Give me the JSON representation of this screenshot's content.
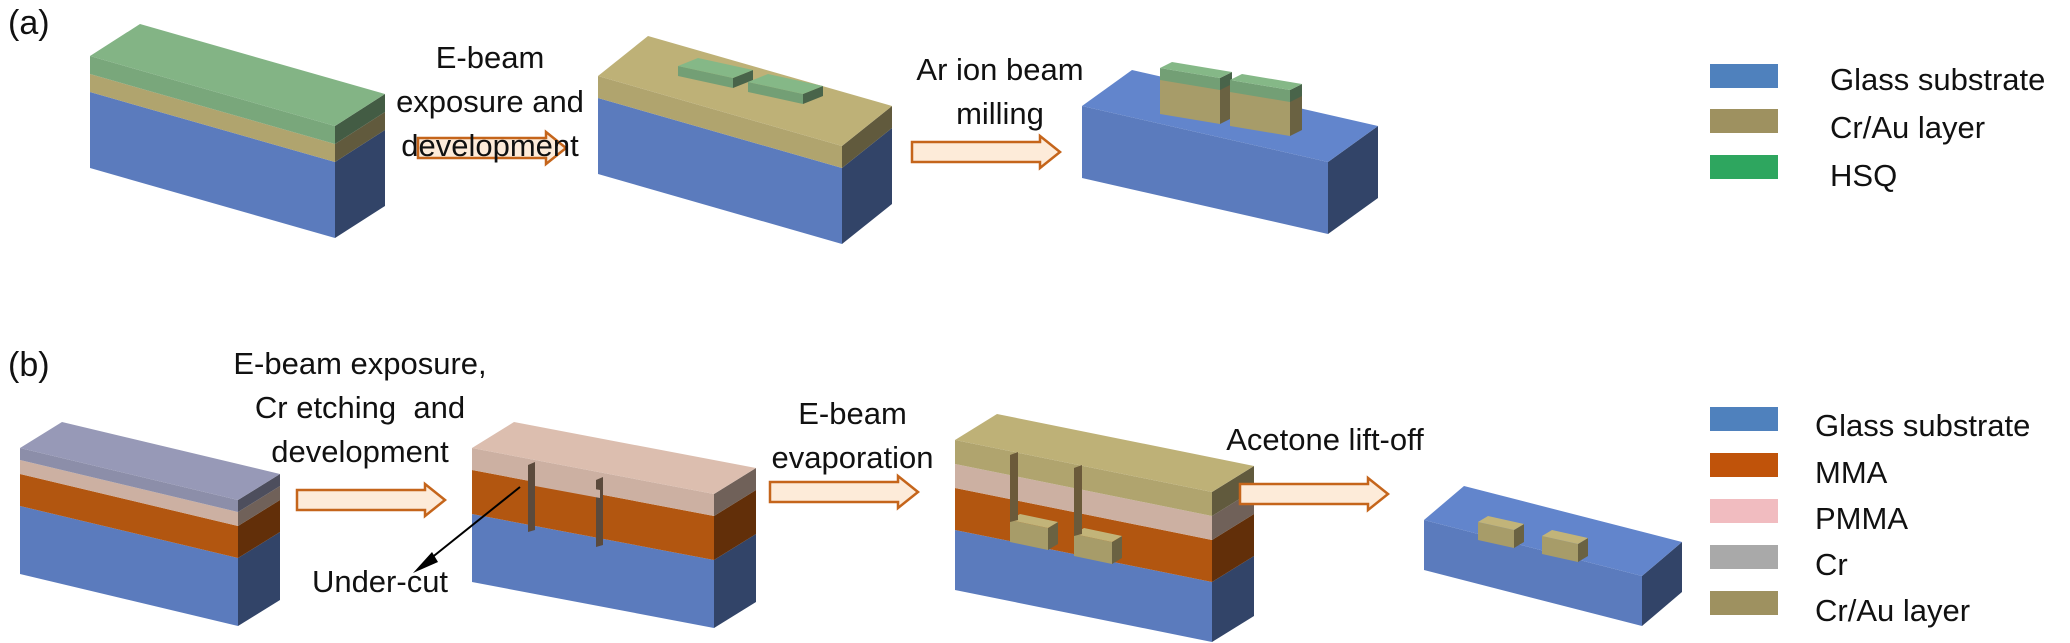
{
  "panel_a": {
    "label": "(a)",
    "steps": [
      "E-beam\nexposure and\ndevelopment",
      "Ar ion beam\nmilling"
    ],
    "legend": [
      {
        "label": "Glass substrate",
        "color": "#4f81bd"
      },
      {
        "label": "Cr/Au layer",
        "color": "#9e9160"
      },
      {
        "label": "HSQ",
        "color": "#2ea65f"
      }
    ]
  },
  "panel_b": {
    "label": "(b)",
    "steps": [
      "E-beam exposure,\nCr etching  and\ndevelopment",
      "E-beam\nevaporation",
      "Acetone lift-off"
    ],
    "annotation": "Under-cut",
    "legend": [
      {
        "label": "Glass substrate",
        "color": "#4f81bd"
      },
      {
        "label": "MMA",
        "color": "#c0530a"
      },
      {
        "label": "PMMA",
        "color": "#f1bcc0"
      },
      {
        "label": "Cr",
        "color": "#a9a9a9"
      },
      {
        "label": "Cr/Au layer",
        "color": "#9e9160"
      }
    ]
  },
  "colors": {
    "glass": "#5b7bbd",
    "cr_au": "#b0a46e",
    "hsq": "#79a77b",
    "mma": "#b25610",
    "pmma": "#ccb0a2",
    "cr": "#8c8ea9",
    "arrow_fill": "#fdebd9",
    "arrow_stroke": "#c5651b"
  }
}
